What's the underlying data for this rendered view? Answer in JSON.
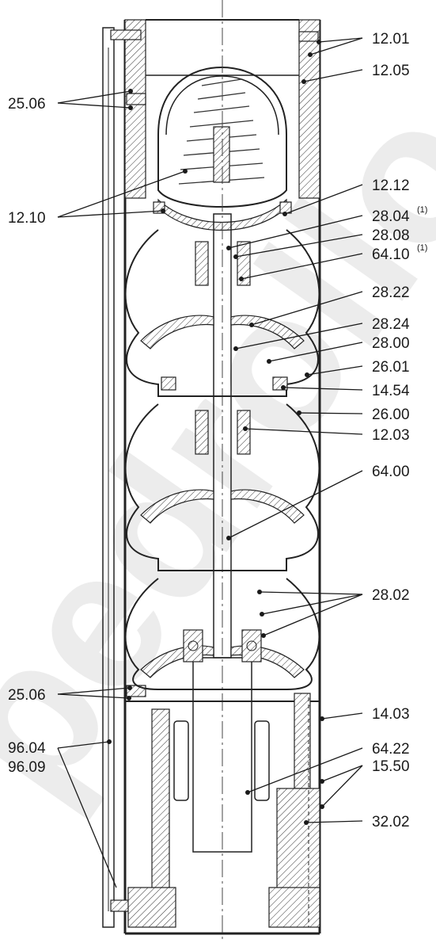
{
  "watermark": "pedrollo",
  "labels": {
    "l_12_01": {
      "text": "12.01"
    },
    "l_12_05": {
      "text": "12.05"
    },
    "l_25_06_top": {
      "text": "25.06"
    },
    "l_12_12": {
      "text": "12.12"
    },
    "l_12_10": {
      "text": "12.10"
    },
    "l_28_04": {
      "text": "28.04",
      "note": "(1)"
    },
    "l_28_08": {
      "text": "28.08"
    },
    "l_64_10": {
      "text": "64.10",
      "note": "(1)"
    },
    "l_28_22": {
      "text": "28.22"
    },
    "l_28_24": {
      "text": "28.24"
    },
    "l_28_00": {
      "text": "28.00"
    },
    "l_26_01": {
      "text": "26.01"
    },
    "l_14_54": {
      "text": "14.54"
    },
    "l_26_00": {
      "text": "26.00"
    },
    "l_12_03": {
      "text": "12.03"
    },
    "l_64_00": {
      "text": "64.00"
    },
    "l_28_02": {
      "text": "28.02"
    },
    "l_25_06_bot": {
      "text": "25.06"
    },
    "l_14_03": {
      "text": "14.03"
    },
    "l_64_22": {
      "text": "64.22"
    },
    "l_96_04": {
      "text": "96.04"
    },
    "l_96_09": {
      "text": "96.09"
    },
    "l_15_50": {
      "text": "15.50"
    },
    "l_32_02": {
      "text": "32.02"
    }
  }
}
